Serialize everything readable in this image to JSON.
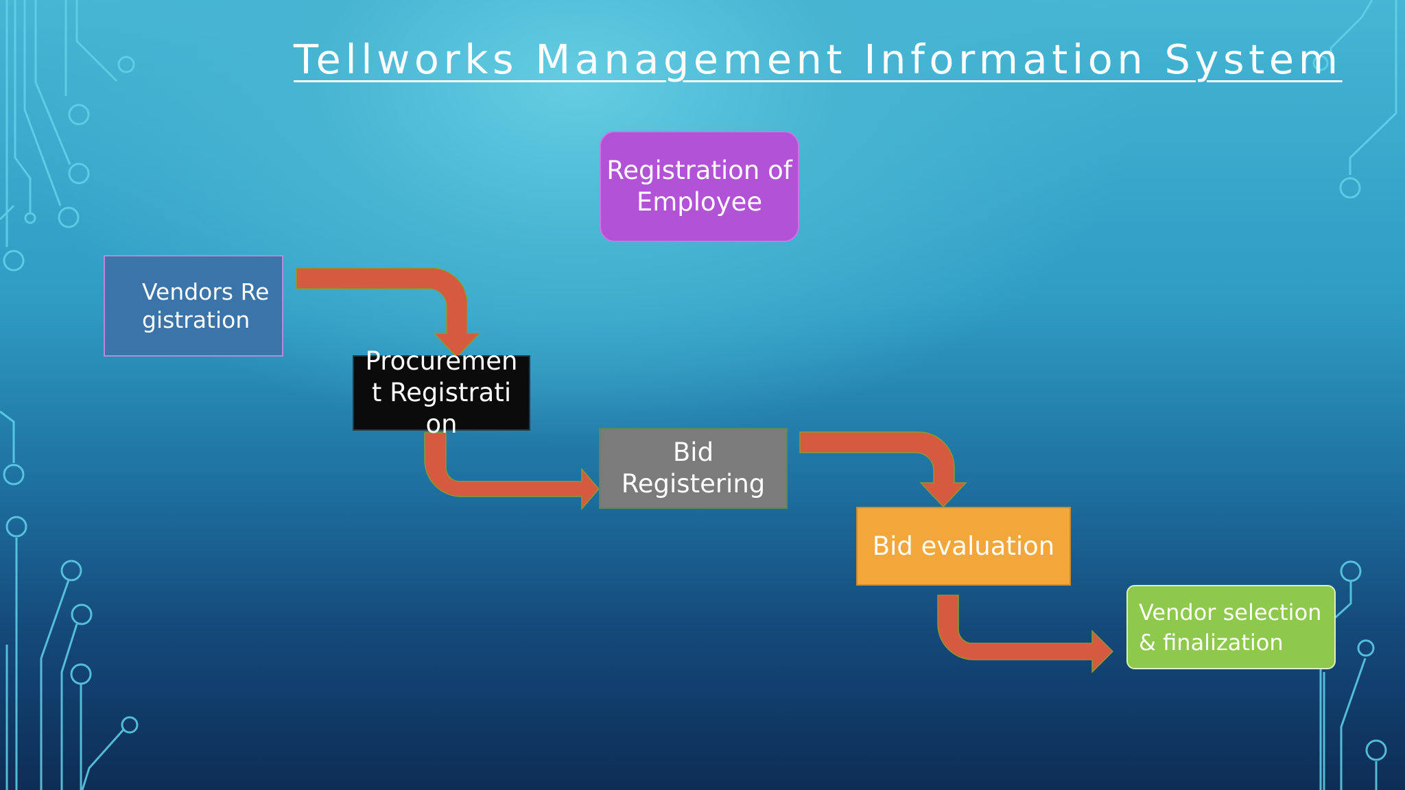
{
  "slide": {
    "title": "Tellworks Management Information System"
  },
  "nodes": {
    "employee": "Registration of Employee",
    "vendors": "Vendors Registration",
    "procurement": "Procurement Registration",
    "bid": "Bid Registering",
    "evaluation": "Bid evaluation",
    "finalization": "Vendor selection & finalization"
  },
  "colors": {
    "employee_fill": "#b252d6",
    "vendors_fill": "#3b74a8",
    "procurement_fill": "#0b0b0b",
    "bid_fill": "#7b7b7b",
    "evaluation_fill": "#f3a73a",
    "finalization_fill": "#8ec94e",
    "arrow_fill": "#d65a40",
    "circuit_line": "#5fd0ea"
  }
}
